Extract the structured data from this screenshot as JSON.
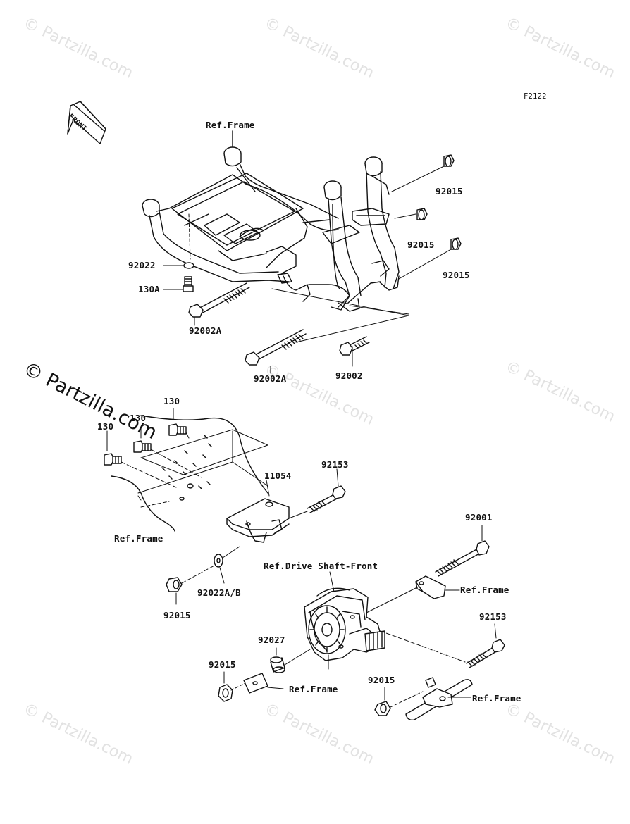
{
  "diagram_code": "F2122",
  "front_arrow_label": "FRONT",
  "watermark": {
    "light_text": "© Partzilla.com",
    "dark_text": "© Partzilla.com"
  },
  "labels": {
    "ref_frame_top": "Ref.Frame",
    "p92015_a": "92015",
    "p92015_b": "92015",
    "p92015_c": "92015",
    "p92022": "92022",
    "p130A": "130A",
    "p92002A_a": "92002A",
    "p92002A_b": "92002A",
    "p92002": "92002",
    "p130_a": "130",
    "p130_b": "130",
    "p130_c": "130",
    "p92153_a": "92153",
    "p11054": "11054",
    "ref_frame_mid": "Ref.Frame",
    "p92001": "92001",
    "ref_drive_shaft": "Ref.Drive Shaft-Front",
    "ref_frame_right": "Ref.Frame",
    "p92022AB": "92022A/B",
    "p92015_d": "92015",
    "p92153_b": "92153",
    "p92027": "92027",
    "p92015_e": "92015",
    "ref_frame_bottom": "Ref.Frame",
    "p92015_f": "92015",
    "ref_frame_bottom_right": "Ref.Frame"
  }
}
